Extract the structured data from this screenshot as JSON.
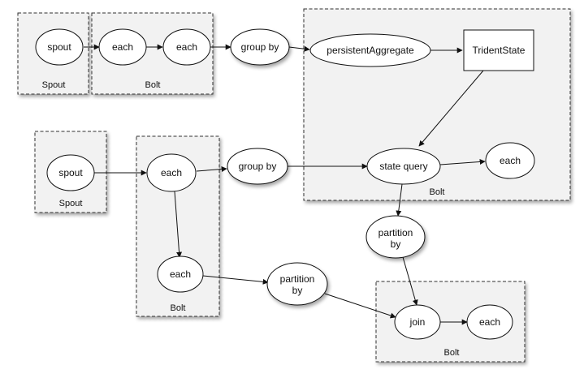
{
  "boxes": {
    "spout_top": "Spout",
    "bolt_top": "Bolt",
    "bolt_right": "Bolt",
    "spout_mid": "Spout",
    "bolt_mid": "Bolt",
    "bolt_bottom": "Bolt"
  },
  "nodes": {
    "spout1": "spout",
    "each1": "each",
    "each2": "each",
    "groupby1": "group by",
    "persistent": "persistentAggregate",
    "tridentstate": "TridentState",
    "spout2": "spout",
    "each3": "each",
    "groupby2": "group by",
    "statequery": "state query",
    "each4": "each",
    "partition1": [
      "partition",
      "by"
    ],
    "each5": "each",
    "partition2": [
      "partition",
      "by"
    ],
    "join": "join",
    "each6": "each"
  }
}
